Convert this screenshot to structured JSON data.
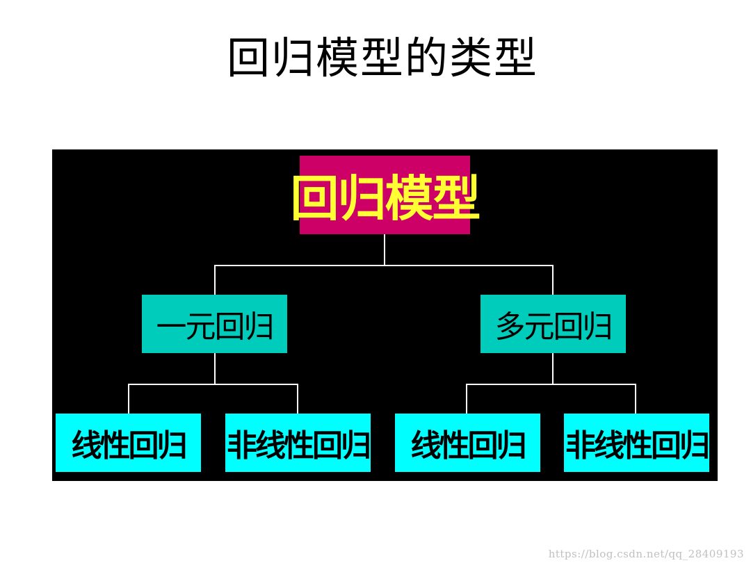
{
  "title": "回归模型的类型",
  "diagram": {
    "root": {
      "label": "回归模型"
    },
    "simple": {
      "label": "一元回归"
    },
    "multiple": {
      "label": "多元回归"
    },
    "leaves": [
      {
        "label": "线性回归"
      },
      {
        "label": "非线性回归"
      },
      {
        "label": "线性回归"
      },
      {
        "label": "非线性回归"
      }
    ]
  },
  "watermark": "https://blog.csdn.net/qq_28409193",
  "colors": {
    "panel_background": "#000000",
    "root_fill": "#cc0066",
    "root_text": "#ffff33",
    "mid_fill": "#00ccbb",
    "mid_text": "#000000",
    "leaf_fill": "#00ffff",
    "leaf_text": "#000000",
    "connector": "#ffffff"
  }
}
